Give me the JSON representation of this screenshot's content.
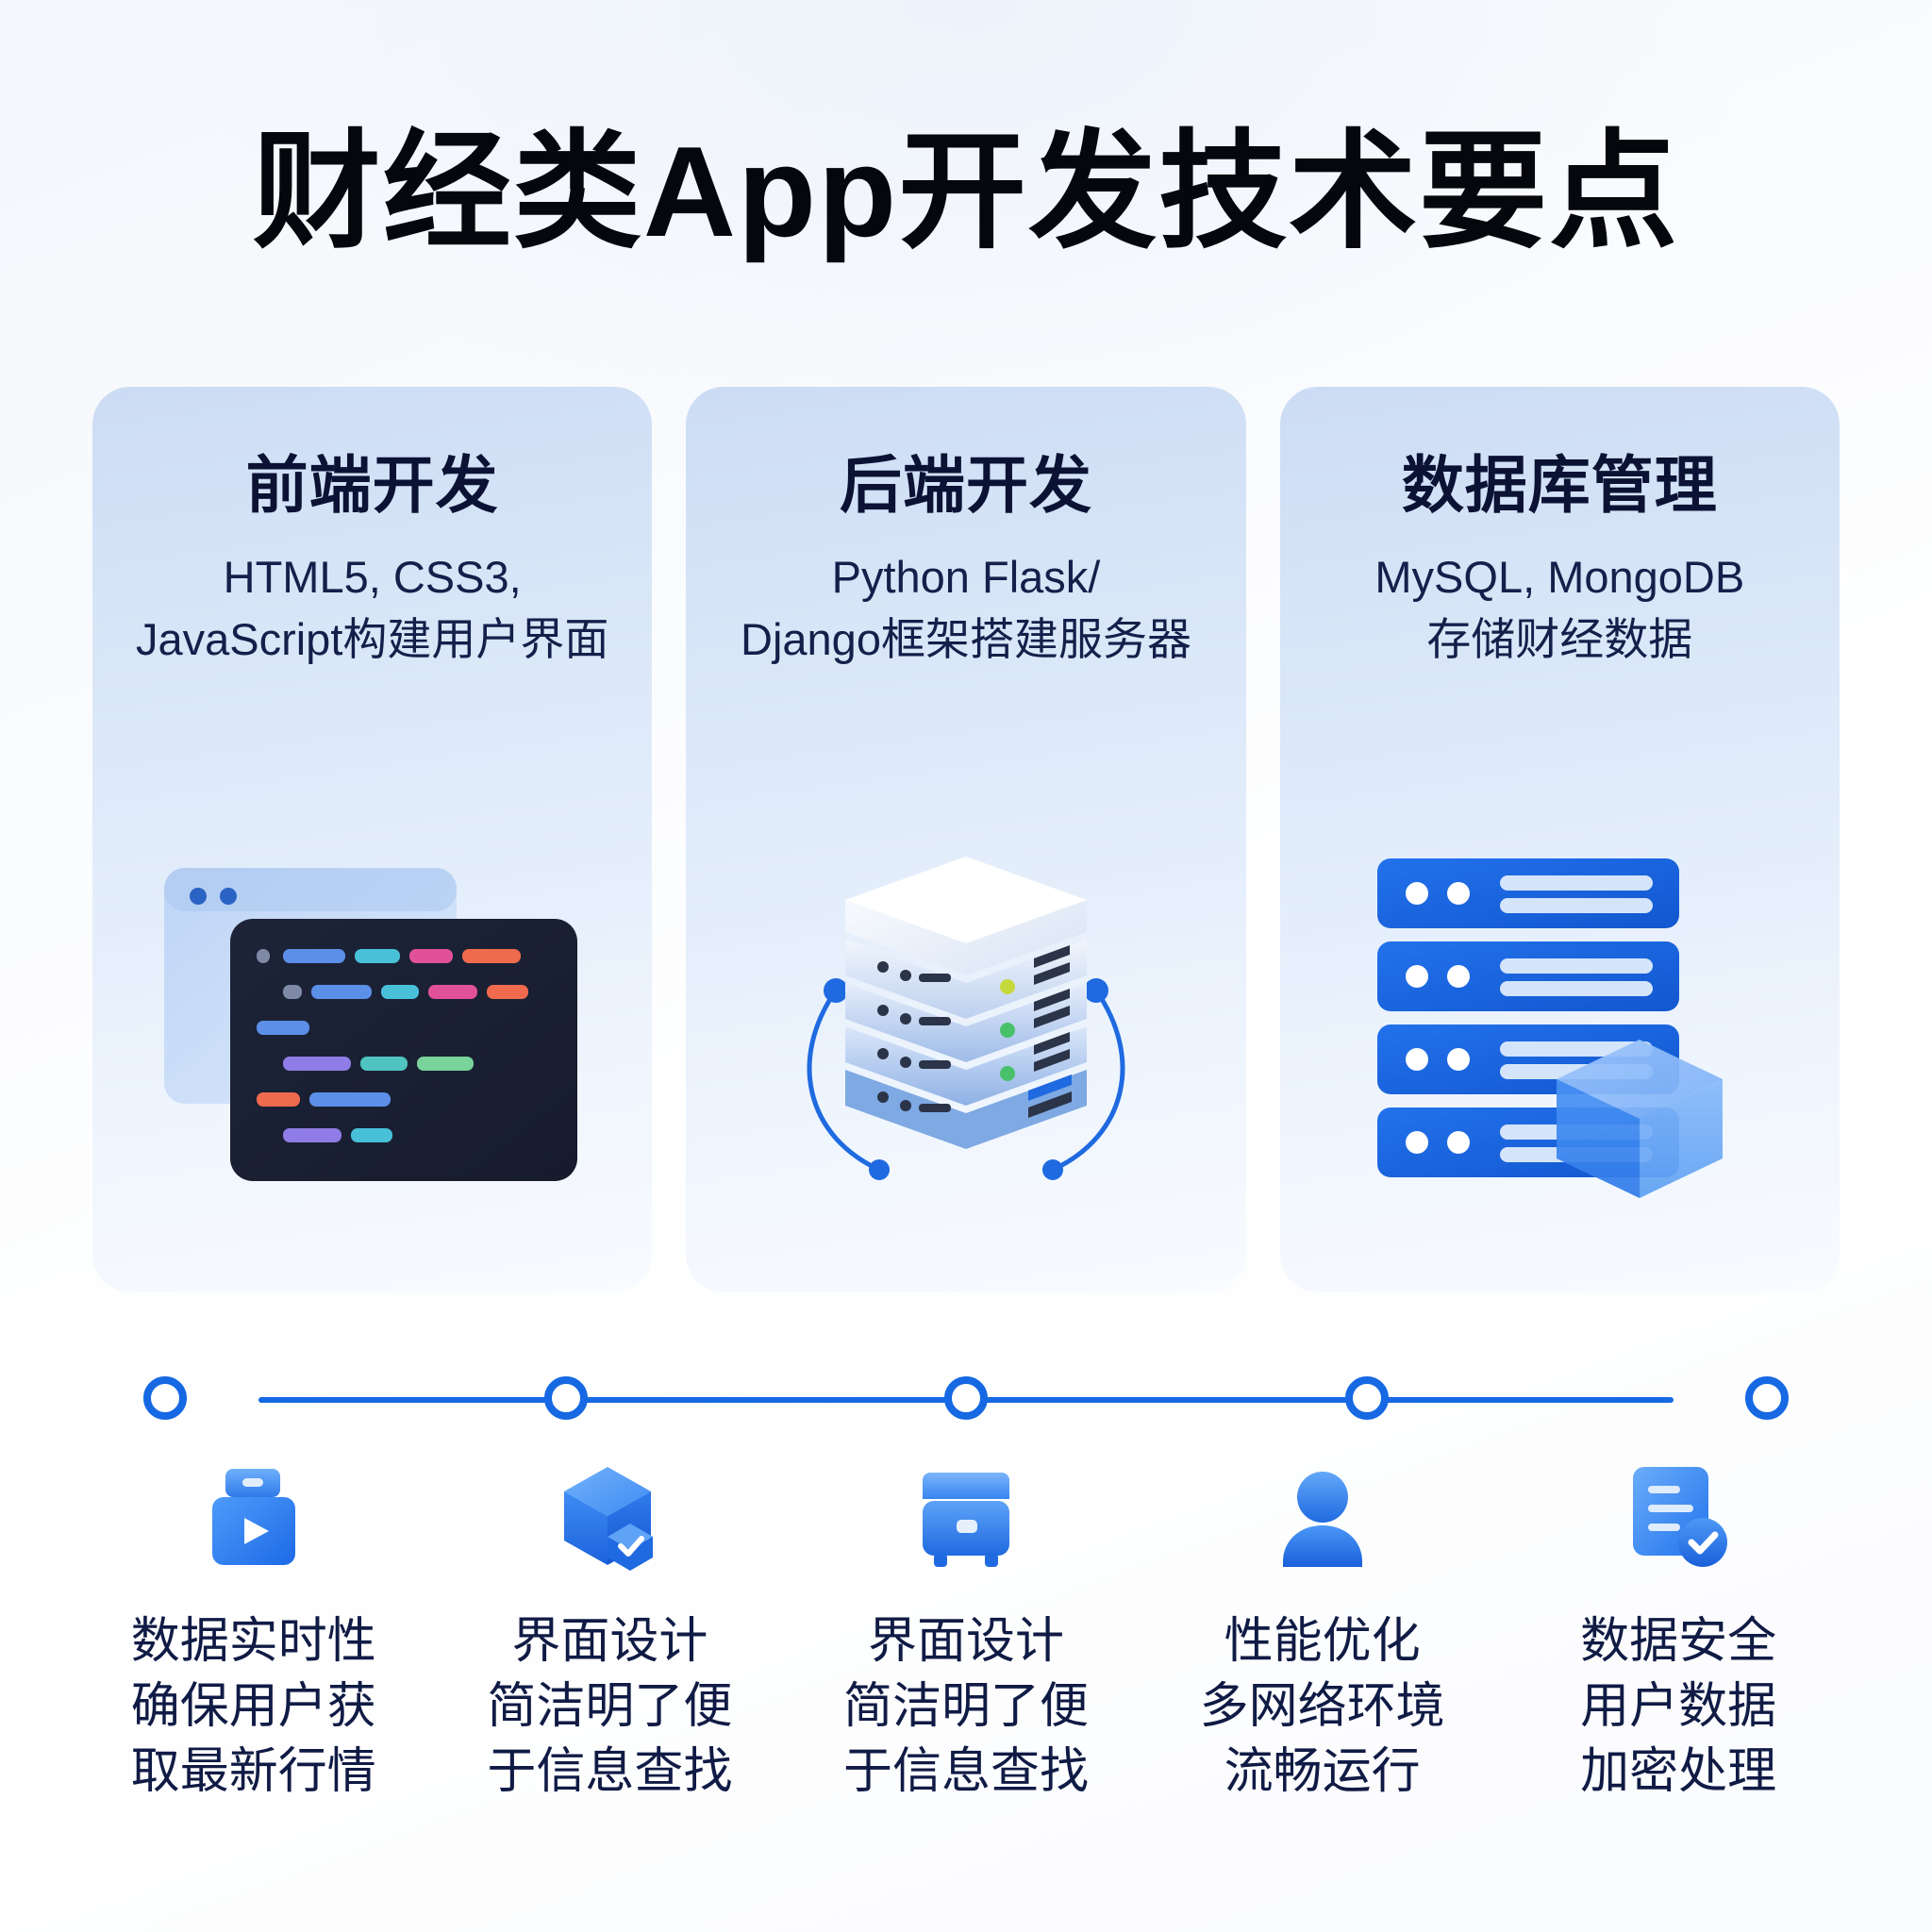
{
  "page": {
    "title": "财经类App开发技术要点",
    "accent_color": "#1668e3",
    "heading_color": "#05070d",
    "card_title_color": "#0b1234",
    "body_text_color": "#14204a"
  },
  "cards": [
    {
      "title": "前端开发",
      "desc_lines": [
        "HTML5, CSS3,",
        "JavaScript构建用户界面"
      ],
      "art": "code-editor-illustration"
    },
    {
      "title": "后端开发",
      "desc_lines": [
        "Python Flask/",
        "Django框架搭建服务器"
      ],
      "art": "server-stack-illustration"
    },
    {
      "title": "数据库管理",
      "desc_lines": [
        "MySQL, MongoDB",
        "存储财经数据"
      ],
      "art": "database-rack-illustration"
    }
  ],
  "timeline": {
    "dot_count": 5,
    "line_color": "#1668e3",
    "dot_fill": "#ffffff"
  },
  "features": [
    {
      "icon": "media-play-folder-icon",
      "lines": [
        "数据实时性",
        "确保用户获",
        "取最新行情"
      ]
    },
    {
      "icon": "cube-check-icon",
      "lines": [
        "界面设计",
        "简洁明了便",
        "于信息查找"
      ]
    },
    {
      "icon": "server-chat-icon",
      "lines": [
        "界面设计",
        "简洁明了便",
        "于信息查找"
      ]
    },
    {
      "icon": "user-avatar-icon",
      "lines": [
        "性能优化",
        "多网络环境",
        "流畅运行"
      ]
    },
    {
      "icon": "document-check-icon",
      "lines": [
        "数据安全",
        "用户数据",
        "加密处理"
      ]
    }
  ]
}
